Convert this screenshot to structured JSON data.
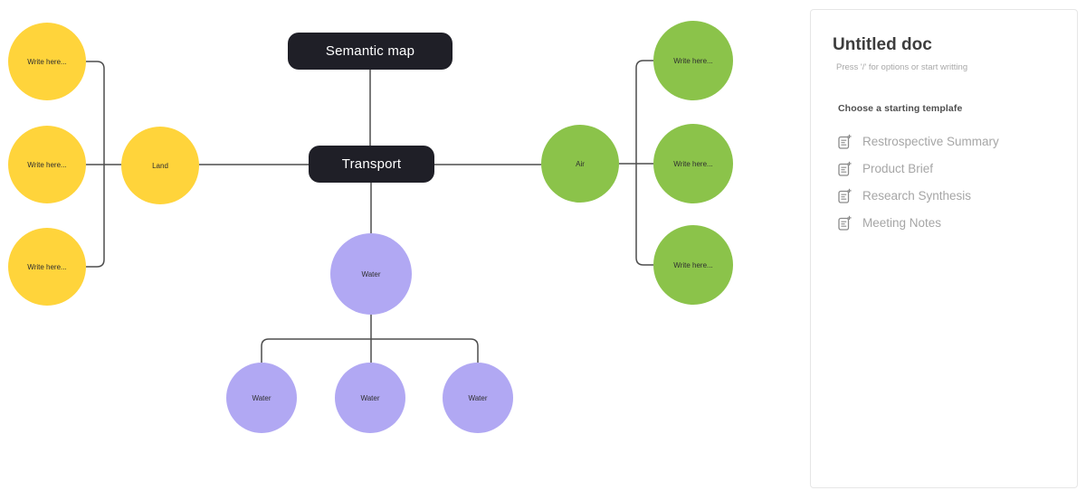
{
  "canvas": {
    "root": {
      "label": "Semantic map"
    },
    "center": {
      "label": "Transport"
    },
    "branches": {
      "land": {
        "label": "Land",
        "color": "#FFD43B",
        "children": [
          "Write here...",
          "Write here...",
          "Write here..."
        ]
      },
      "air": {
        "label": "Air",
        "color": "#8BC34A",
        "children": [
          "Write here...",
          "Write here...",
          "Write here..."
        ]
      },
      "water": {
        "label": "Water",
        "color": "#B1A8F3",
        "children": [
          "Water",
          "Water",
          "Water"
        ]
      }
    }
  },
  "panel": {
    "title": "Untitled doc",
    "placeholder": "Press '/' for options or start writting",
    "templates_header": "Choose a starting templafe",
    "templates": [
      "Restrospective Summary",
      "Product Brief",
      "Research Synthesis",
      "Meeting Notes"
    ]
  },
  "colors": {
    "node_dark": "#1F1F27",
    "branch_yellow": "#FFD43B",
    "branch_green": "#8BC34A",
    "branch_purple": "#B1A8F3",
    "connector": "#4D4D4D",
    "panel_border": "#E6E6E6",
    "title_text": "#3D3D3D",
    "muted_text": "#A6A6A6"
  }
}
